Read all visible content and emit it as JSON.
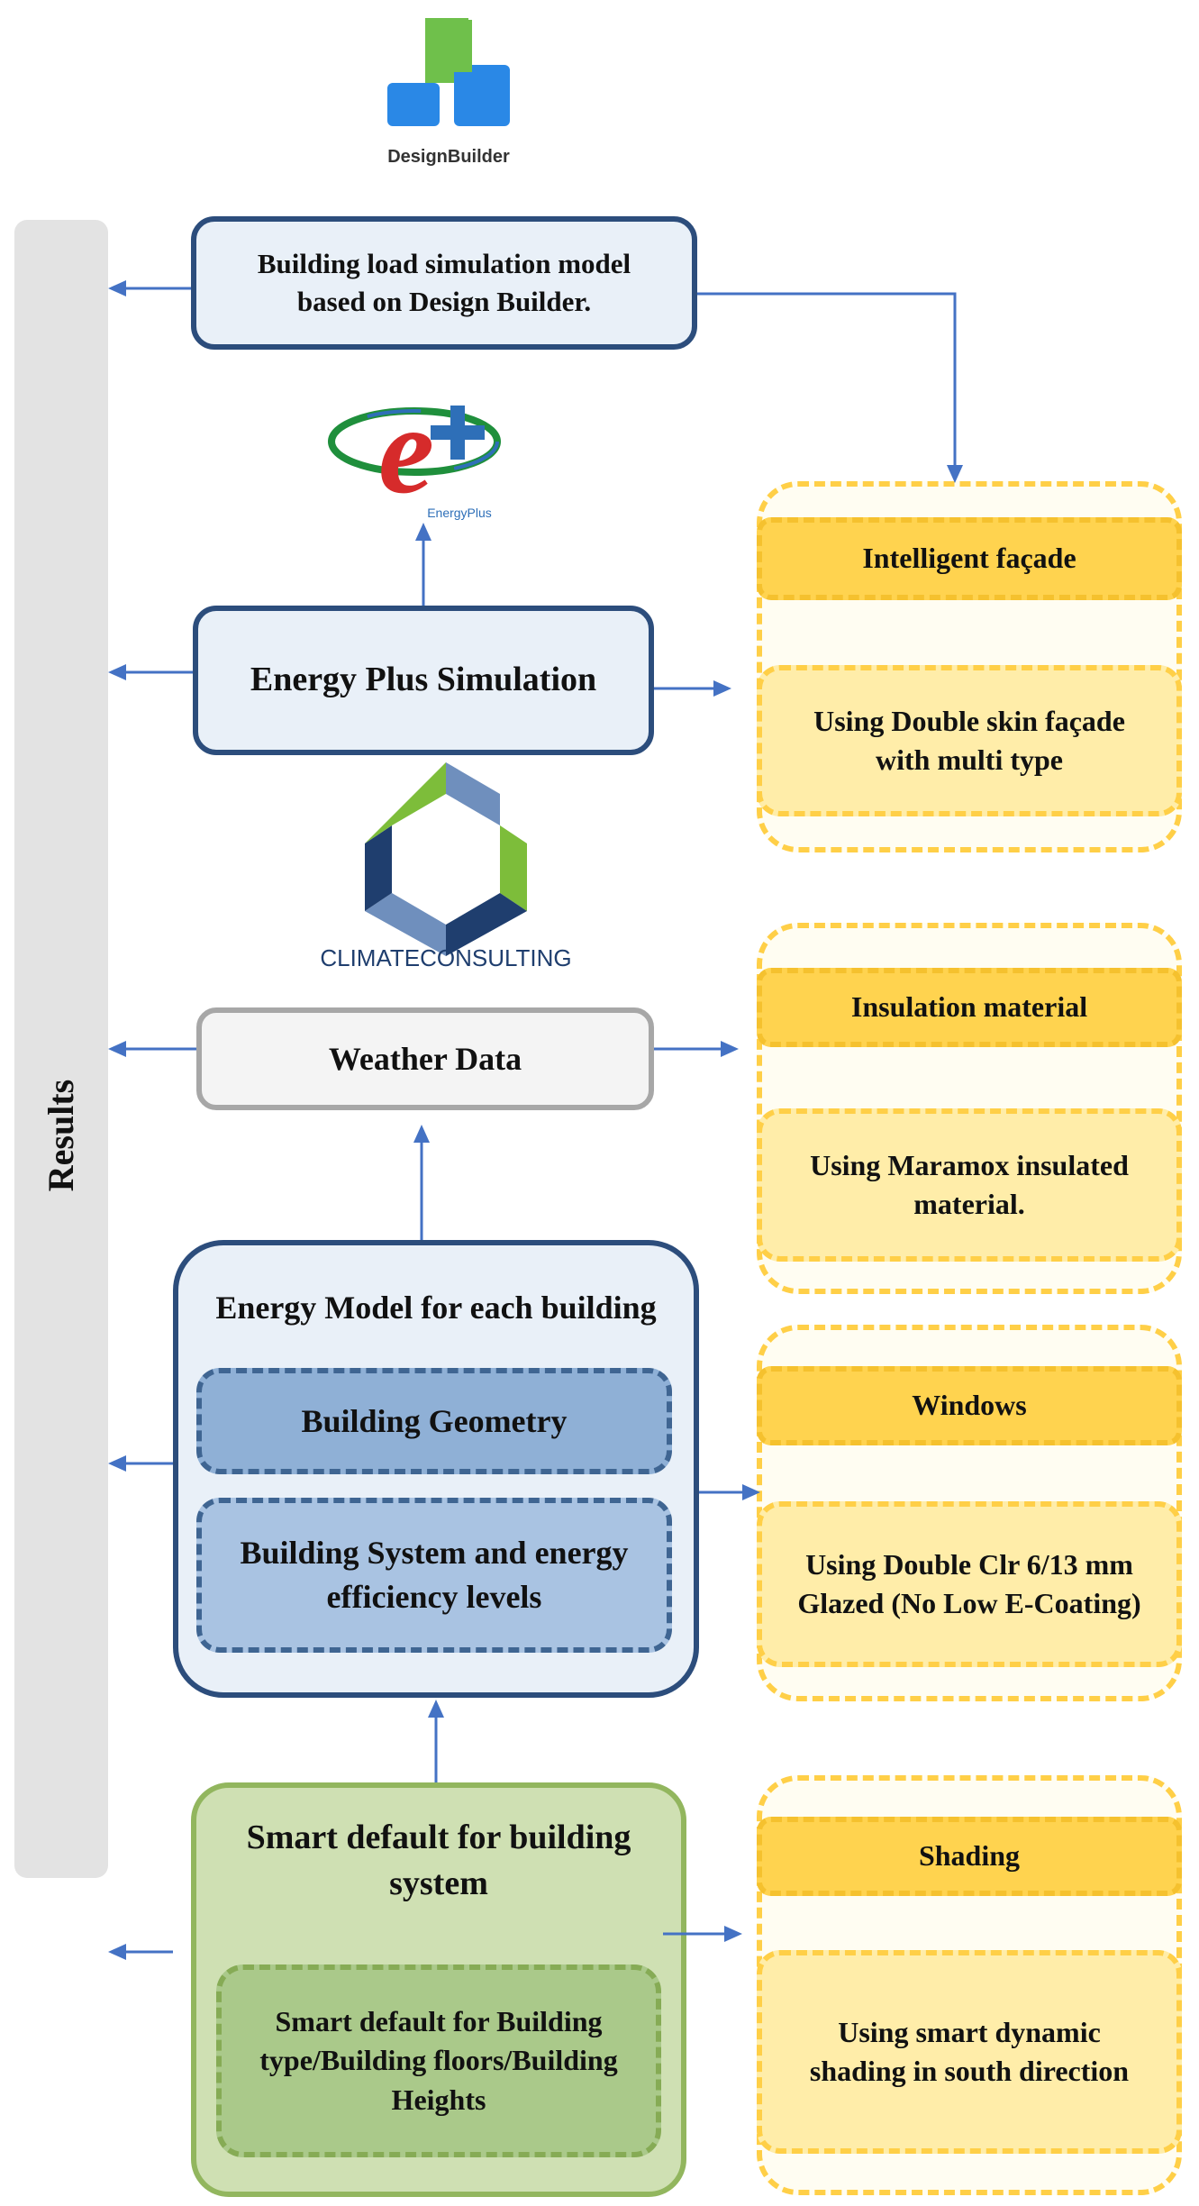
{
  "logos": {
    "designbuilder": {
      "name": "DesignBuilder",
      "colors": [
        "#6fc04b",
        "#2a88e6"
      ]
    },
    "energyplus": {
      "name": "EnergyPlus",
      "colors": [
        "#d62b2b",
        "#1f8f3c",
        "#2e6fb8"
      ]
    },
    "climate_consulting": {
      "name": "CLIMATECONSULTING",
      "colors": [
        "#1f3e6e",
        "#7dbd3a",
        "#6f8fbd"
      ]
    }
  },
  "results_label": "Results",
  "boxes": {
    "design_builder": "Building load simulation model based on Design Builder.",
    "energy_plus": "Energy Plus Simulation",
    "weather": "Weather Data",
    "energy_model": "Energy Model for each building",
    "geometry": "Building Geometry",
    "system": "Building System and energy efficiency levels",
    "smart_default": "Smart default for building system",
    "smart_default_inner": "Smart default for Building type/Building floors/Building Heights"
  },
  "strategies": [
    {
      "title": "Intelligent façade",
      "body": "Using Double skin façade with multi type"
    },
    {
      "title": "Insulation material",
      "body": "Using Maramox insulated material."
    },
    {
      "title": "Windows",
      "body": "Using Double Clr 6/13 mm Glazed (No Low E-Coating)"
    },
    {
      "title": "Shading",
      "body": "Using smart dynamic shading in south direction"
    }
  ],
  "colors": {
    "arrow": "#4472c4",
    "blue_border": "#2c4d7c",
    "green_border": "#92b65e",
    "yellow": "#ffcf47"
  }
}
